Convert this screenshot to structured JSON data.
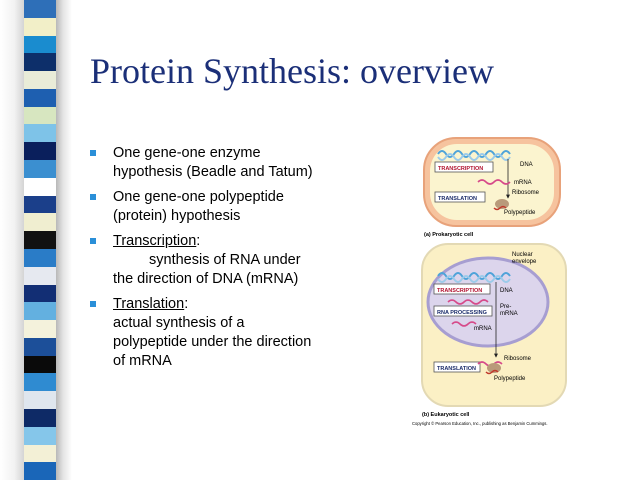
{
  "slide": {
    "title": "Protein Synthesis: overview",
    "colors": {
      "title": "#1b2f78",
      "bullet": "#2a8fd8"
    }
  },
  "bullets": [
    {
      "line1": "One gene-one enzyme",
      "line2": "hypothesis (Beadle and Tatum)"
    },
    {
      "line1": "One gene-one polypeptide",
      "line2": "(protein) hypothesis"
    },
    {
      "term": "Transcription",
      "colon": ":",
      "line1": "synthesis of RNA under",
      "line2": "the direction of DNA (mRNA)"
    },
    {
      "term": "Translation",
      "colon": ":",
      "line1": "actual synthesis of a",
      "line2": "polypeptide under the direction",
      "line3": "of mRNA"
    }
  ],
  "figure": {
    "prokaryotic": {
      "transcription": "TRANSCRIPTION",
      "translation": "TRANSLATION",
      "dna": "DNA",
      "mrna": "mRNA",
      "ribosome": "Ribosome",
      "polypeptide": "Polypeptide",
      "caption": "(a) Prokaryotic cell"
    },
    "eukaryotic": {
      "nuclear_envelope_1": "Nuclear",
      "nuclear_envelope_2": "envelope",
      "transcription": "TRANSCRIPTION",
      "rna_processing": "RNA PROCESSING",
      "dna": "DNA",
      "pre_mrna_1": "Pre-",
      "pre_mrna_2": "mRNA",
      "mrna": "mRNA",
      "ribosome": "Ribosome",
      "translation": "TRANSLATION",
      "polypeptide": "Polypeptide",
      "caption": "(b) Eukaryotic cell"
    },
    "copyright": "Copyright © Pearson Education, Inc., publishing as Benjamin Cummings."
  }
}
